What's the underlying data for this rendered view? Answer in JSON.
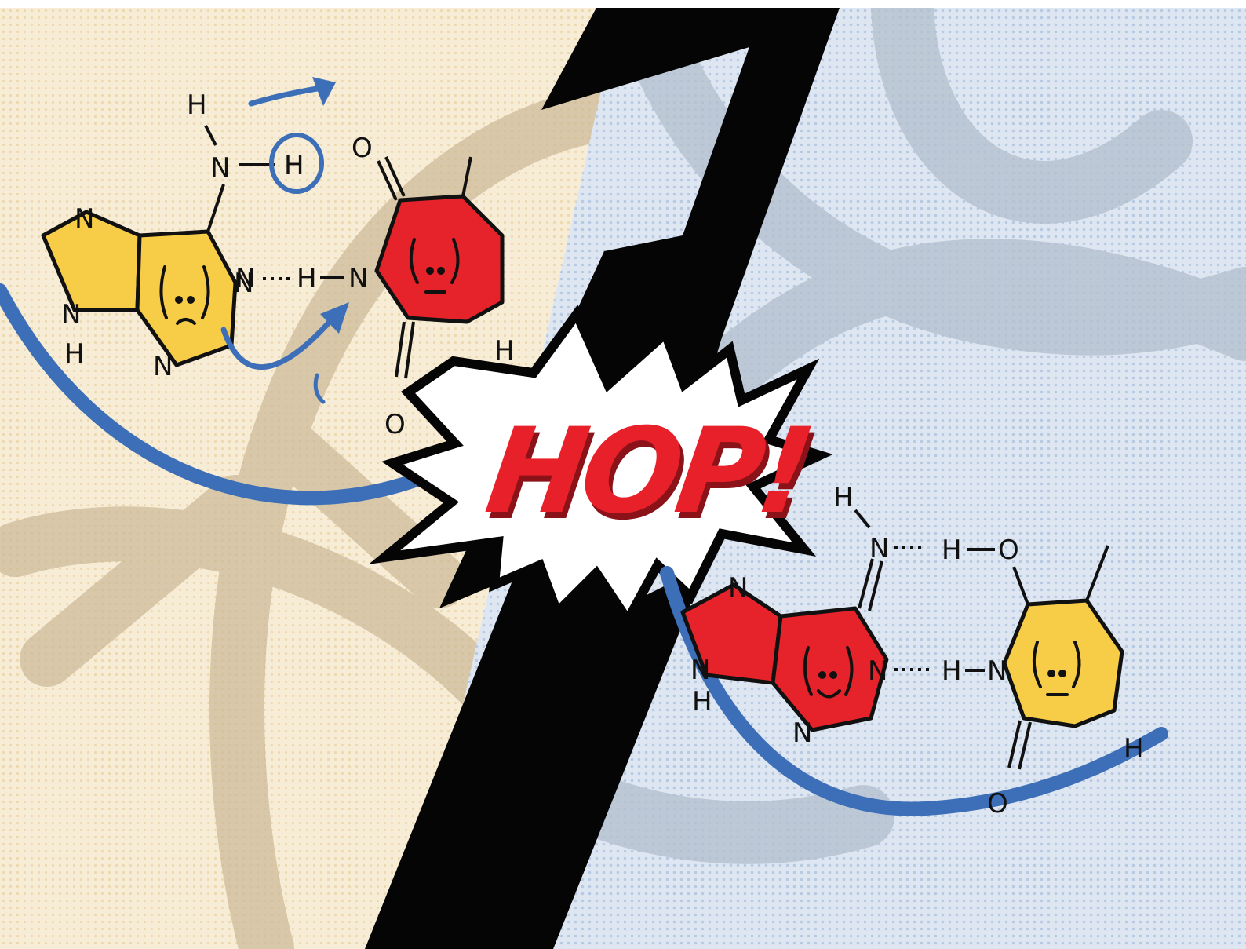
{
  "illustration": {
    "burst_text": "HOP!",
    "colors": {
      "left_background": "#f7ecd6",
      "right_background": "#dde6f1",
      "dna_shadow_left": "#cbb896",
      "dna_shadow_right": "#b3bfcd",
      "bolt": "#050505",
      "burst_fill": "#ffffff",
      "burst_text": "#e8202a",
      "purine_left": "#f7cd48",
      "pyrimidine_left": "#e6222a",
      "purine_right": "#e6222a",
      "pyrimidine_right": "#f7cd48",
      "arrow": "#3d6fb8",
      "backbone": "#3d6fb8"
    },
    "left_pair": {
      "purine_ring_labels": [
        "N",
        "N",
        "N",
        "N",
        "H"
      ],
      "amine_labels": [
        "H",
        "N",
        "H"
      ],
      "bond_labels": [
        "N",
        "H",
        "N"
      ],
      "pyrimidine_labels": [
        "O",
        "O",
        "H"
      ]
    },
    "right_pair": {
      "purine_ring_labels": [
        "N",
        "N",
        "N",
        "H"
      ],
      "imine_labels": [
        "H",
        "N",
        "H",
        "O"
      ],
      "bond_labels": [
        "N",
        "H",
        "N"
      ],
      "pyrimidine_labels": [
        "O",
        "H"
      ]
    }
  }
}
